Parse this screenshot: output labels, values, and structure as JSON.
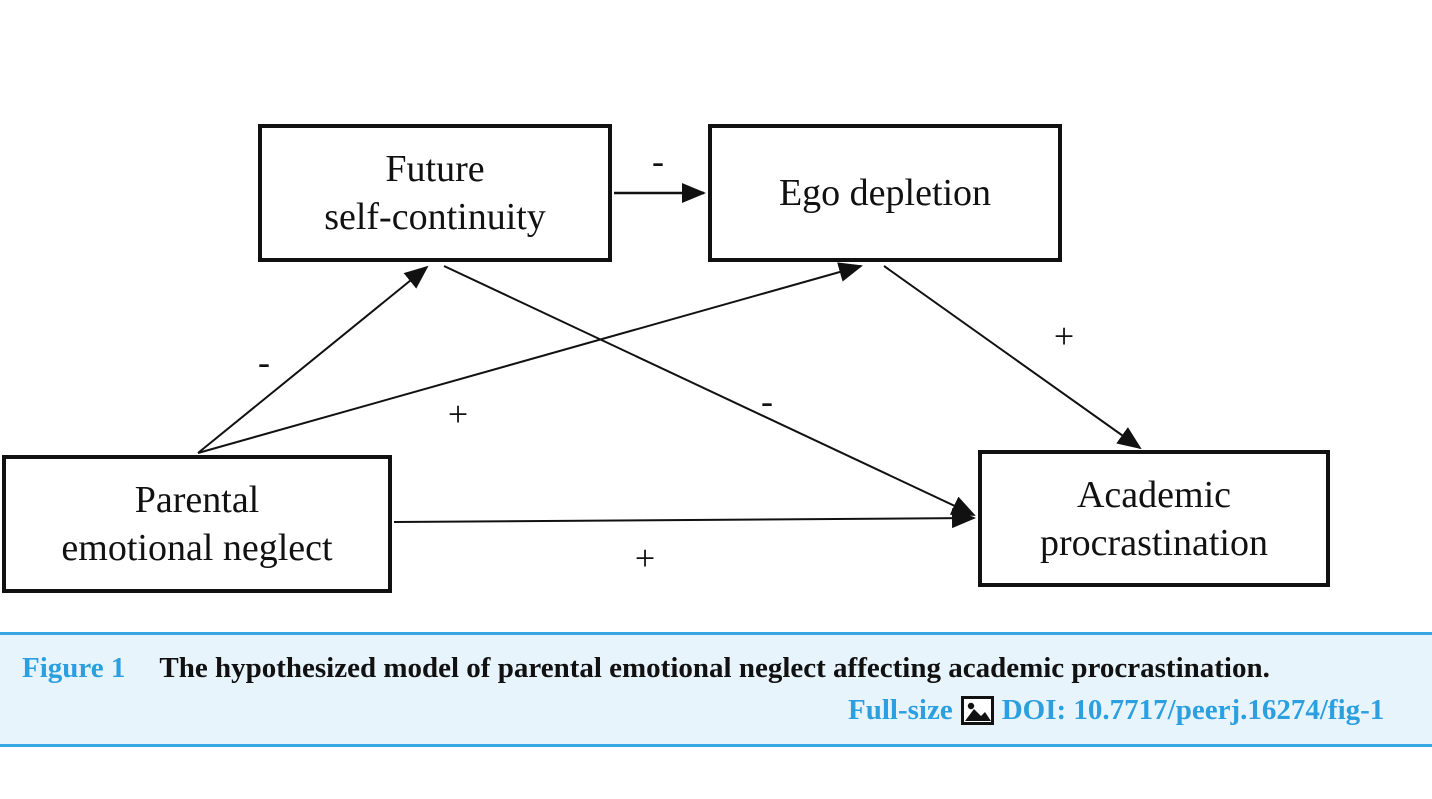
{
  "diagram": {
    "nodes": {
      "fsc": {
        "lines": [
          "Future",
          "self-continuity"
        ]
      },
      "ego": {
        "lines": [
          "Ego depletion"
        ]
      },
      "pen": {
        "lines": [
          "Parental",
          "emotional neglect"
        ]
      },
      "ap": {
        "lines": [
          "Academic",
          "procrastination"
        ]
      }
    },
    "edges": [
      {
        "from": "Future self-continuity",
        "to": "Ego depletion",
        "sign": "-"
      },
      {
        "from": "Parental emotional neglect",
        "to": "Future self-continuity",
        "sign": "-"
      },
      {
        "from": "Parental emotional neglect",
        "to": "Ego depletion",
        "sign": "+"
      },
      {
        "from": "Future self-continuity",
        "to": "Academic procrastination",
        "sign": "-"
      },
      {
        "from": "Parental emotional neglect",
        "to": "Academic procrastination",
        "sign": "+"
      },
      {
        "from": "Ego depletion",
        "to": "Academic procrastination",
        "sign": "+"
      }
    ],
    "line_color": "#111111"
  },
  "caption": {
    "figure_label": "Figure 1",
    "title": "The hypothesized model of parental emotional neglect affecting academic procrastination.",
    "fullsize_label": "Full-size",
    "doi_text": "DOI: 10.7717/peerj.16274/fig-1",
    "icon": "image-icon",
    "link_color": "#2b9fe0",
    "bar_background": "#e8f4fc",
    "bar_border_color": "#38a6e2"
  }
}
